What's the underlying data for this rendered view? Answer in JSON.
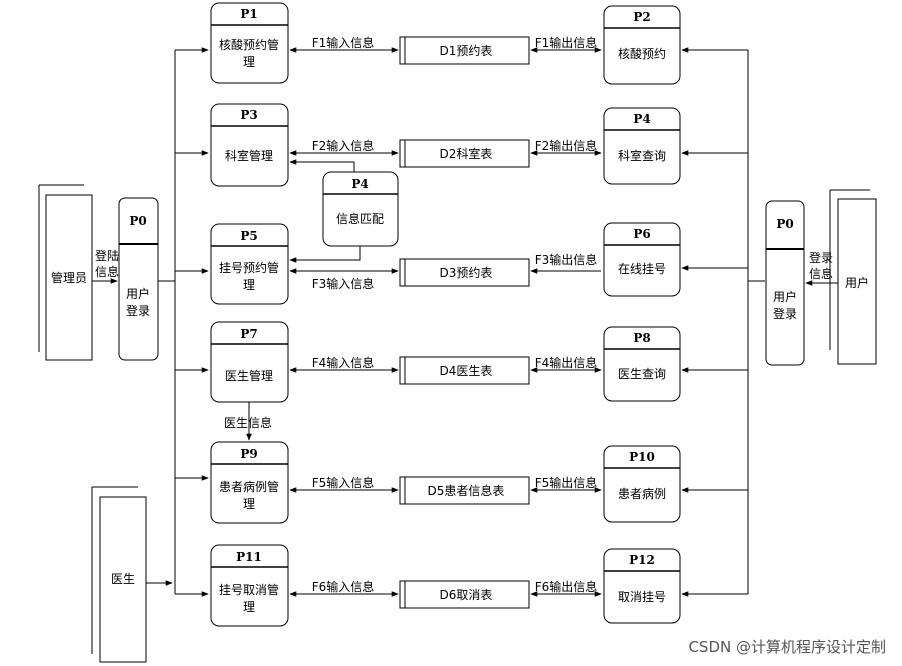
{
  "processes": {
    "p1": {
      "id": "P1",
      "name_lines": [
        "核酸预约管",
        "理"
      ]
    },
    "p2": {
      "id": "P2",
      "name_lines": [
        "核酸预约"
      ]
    },
    "p3": {
      "id": "P3",
      "name_lines": [
        "科室管理"
      ]
    },
    "p4": {
      "id": "P4",
      "name_lines": [
        "科室查询"
      ]
    },
    "p4m": {
      "id": "P4",
      "name_lines": [
        "信息匹配"
      ]
    },
    "p5": {
      "id": "P5",
      "name_lines": [
        "挂号预约管",
        "理"
      ]
    },
    "p6": {
      "id": "P6",
      "name_lines": [
        "在线挂号"
      ]
    },
    "p7": {
      "id": "P7",
      "name_lines": [
        "医生管理"
      ]
    },
    "p8": {
      "id": "P8",
      "name_lines": [
        "医生查询"
      ]
    },
    "p9": {
      "id": "P9",
      "name_lines": [
        "患者病例管",
        "理"
      ]
    },
    "p10": {
      "id": "P10",
      "name_lines": [
        "患者病例"
      ]
    },
    "p11": {
      "id": "P11",
      "name_lines": [
        "挂号取消管",
        "理"
      ]
    },
    "p12": {
      "id": "P12",
      "name_lines": [
        "取消挂号"
      ]
    },
    "p0_left": {
      "id": "P0",
      "name_lines": [
        "用户",
        "登录"
      ]
    },
    "p0_right": {
      "id": "P0",
      "name_lines": [
        "用户",
        "登录"
      ]
    }
  },
  "stores": {
    "d1": "D1预约表",
    "d2": "D2科室表",
    "d3": "D3预约表",
    "d4": "D4医生表",
    "d5": "D5患者信息表",
    "d6": "D6取消表"
  },
  "entities": {
    "admin": "管理员",
    "user": "用户",
    "doctor": "医生"
  },
  "flows": {
    "f1_in": "F1输入信息",
    "f1_out": "F1输出信息",
    "f2_in": "F2输入信息",
    "f2_out": "F2输出信息",
    "f3_in": "F3输入信息",
    "f3_out": "F3输出信息",
    "f4_in": "F4输入信息",
    "f4_out": "F4输出信息",
    "f5_in": "F5输入信息",
    "f5_out": "F5输出信息",
    "f6_in": "F6输入信息",
    "f6_out": "F6输出信息",
    "admin_login": [
      "登陆",
      "信息"
    ],
    "user_login": [
      "登录",
      "信息"
    ],
    "doctor_info": "医生信息"
  },
  "watermark": "CSDN @计算机程序设计定制"
}
